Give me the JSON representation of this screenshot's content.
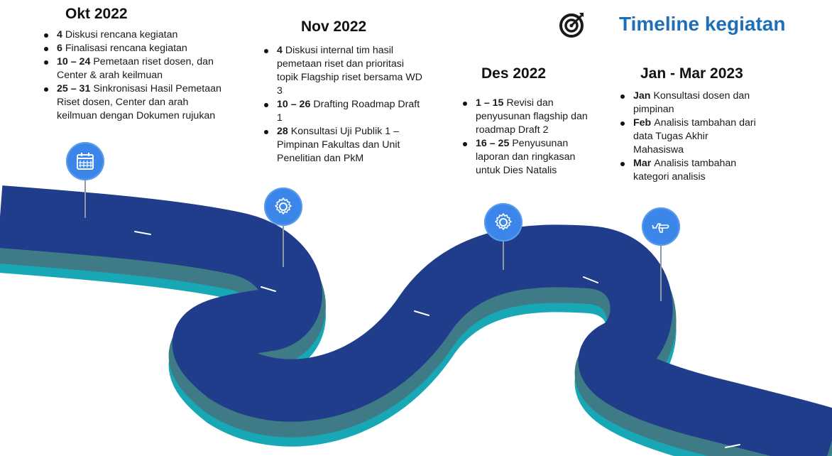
{
  "title": "Timeline kegiatan",
  "icons": {
    "title": "target-icon",
    "okt": "calendar-icon",
    "nov": "gear-icon",
    "des": "gear-icon",
    "jan": "airplane-icon"
  },
  "colors": {
    "title": "#1f6fb8",
    "road_top": "#1f3d8a",
    "road_side": "#3f7b86",
    "road_edge": "#18a7b5",
    "icon_circle": "#3b86e8"
  },
  "sections": [
    {
      "period": "Okt 2022",
      "items": [
        {
          "bold": "4",
          "text": "Diskusi rencana kegiatan"
        },
        {
          "bold": "6",
          "text": "Finalisasi rencana kegiatan"
        },
        {
          "bold": "10 – 24",
          "text": "Pemetaan riset dosen, dan Center & arah keilmuan"
        },
        {
          "bold": "25 – 31",
          "text": "Sinkronisasi Hasil Pemetaan Riset dosen, Center dan arah keilmuan dengan Dokumen rujukan"
        }
      ]
    },
    {
      "period": "Nov 2022",
      "items": [
        {
          "bold": "4",
          "text": "Diskusi internal tim hasil pemetaan riset dan prioritasi topik Flagship riset bersama WD 3"
        },
        {
          "bold": "10 – 26",
          "text": "Drafting Roadmap Draft 1"
        },
        {
          "bold": "28",
          "text": "Konsultasi Uji Publik 1 – Pimpinan Fakultas dan Unit Penelitian dan PkM"
        }
      ]
    },
    {
      "period": "Des 2022",
      "items": [
        {
          "bold": "1 – 15",
          "text": "Revisi dan penyusunan flagship dan roadmap Draft 2"
        },
        {
          "bold": "16 – 25",
          "text": "Penyusunan laporan dan ringkasan untuk Dies Natalis"
        }
      ]
    },
    {
      "period": "Jan - Mar 2023",
      "items": [
        {
          "bold": "Jan",
          "text": "Konsultasi dosen dan pimpinan"
        },
        {
          "bold": "Feb",
          "text": "Analisis tambahan dari data Tugas Akhir Mahasiswa"
        },
        {
          "bold": "Mar",
          "text": "Analisis tambahan kategori analisis"
        }
      ]
    }
  ]
}
